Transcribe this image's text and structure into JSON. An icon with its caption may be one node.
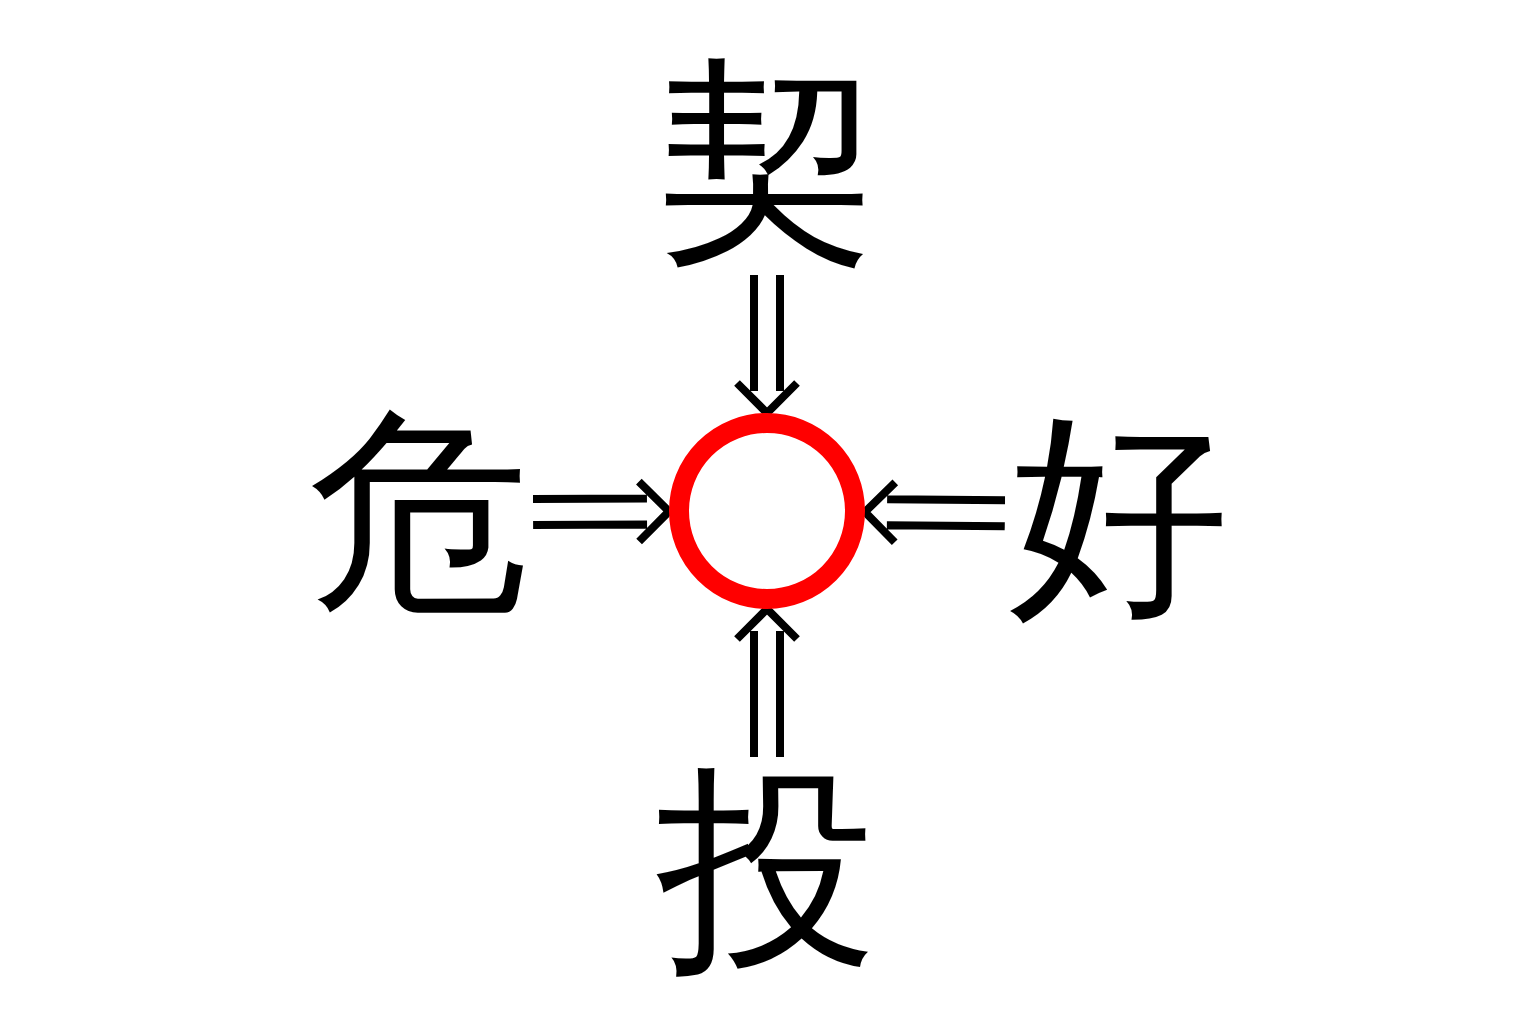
{
  "diagram": {
    "nodes": [
      {
        "text": [
          "契"
        ]
      },
      {
        "text": [
          "危"
        ]
      },
      {
        "text": [
          "好"
        ]
      },
      {
        "text": [
          "投"
        ]
      },
      {
        "text": [],
        "shape": "circle"
      }
    ],
    "edges": [
      {
        "from": 0,
        "to": 4,
        "arrow": "to"
      },
      {
        "from": 1,
        "to": 4,
        "arrow": "to"
      },
      {
        "from": 2,
        "to": 4,
        "arrow": "to"
      },
      {
        "from": 3,
        "to": 4,
        "arrow": "to"
      }
    ]
  }
}
